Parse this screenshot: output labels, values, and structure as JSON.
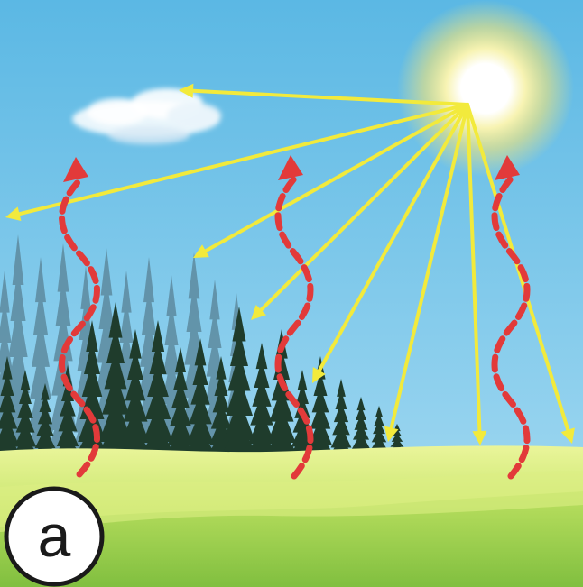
{
  "panel_label": "a",
  "icons": {
    "sun": "sun-icon",
    "cloud": "cloud-icon",
    "forest": "conifer-forest",
    "meadow": "grass-meadow"
  },
  "colors": {
    "sky_top": "#5bb8e4",
    "sky_bottom": "#a9dcf2",
    "sun_core": "#ffffff",
    "sun_glow": "#ffe870",
    "sunlight_arrow": "#f2ea3c",
    "heat_arrow": "#e23a3a",
    "forest_far": "#5f8ea3",
    "forest_near": "#1f3c2c",
    "grass_light": "#dff08a",
    "grass_dark": "#8fc94a"
  }
}
